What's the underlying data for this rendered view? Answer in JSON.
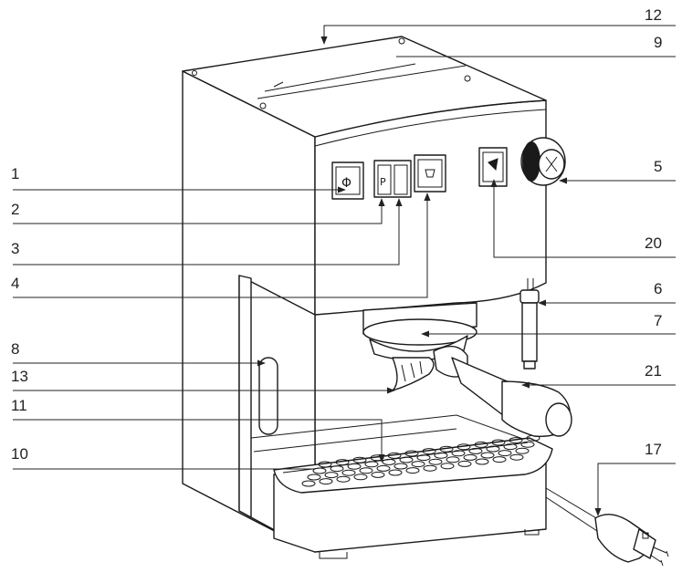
{
  "labels": {
    "l1": "1",
    "l2": "2",
    "l3": "3",
    "l4": "4",
    "l5": "5",
    "l6": "6",
    "l7": "7",
    "l8": "8",
    "l9": "9",
    "l10": "10",
    "l11": "11",
    "l12": "12",
    "l13": "13",
    "l17": "17",
    "l20": "20",
    "l21": "21"
  },
  "colors": {
    "line": "#1a1a1a",
    "background": "#ffffff"
  }
}
